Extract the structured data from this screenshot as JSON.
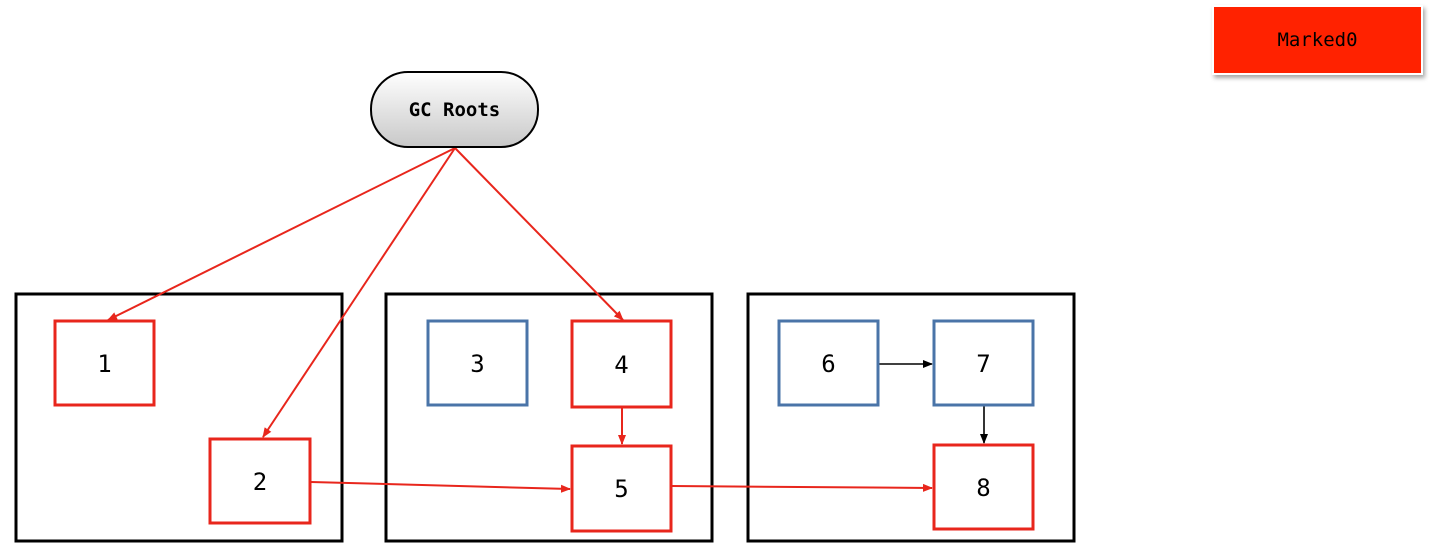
{
  "root": {
    "label": "GC Roots"
  },
  "legend": {
    "label": "Marked0",
    "color": "#ff2200"
  },
  "colors": {
    "marked": "#e8261c",
    "unmarked": "#4a74a8",
    "plain_edge": "#000000",
    "region_border": "#000000"
  },
  "nodes": [
    {
      "id": "1",
      "label": "1",
      "marked": true
    },
    {
      "id": "2",
      "label": "2",
      "marked": true
    },
    {
      "id": "3",
      "label": "3",
      "marked": false
    },
    {
      "id": "4",
      "label": "4",
      "marked": true
    },
    {
      "id": "5",
      "label": "5",
      "marked": true
    },
    {
      "id": "6",
      "label": "6",
      "marked": false
    },
    {
      "id": "7",
      "label": "7",
      "marked": false
    },
    {
      "id": "8",
      "label": "8",
      "marked": true
    }
  ],
  "edges": [
    {
      "from": "root",
      "to": "1",
      "marked": true
    },
    {
      "from": "root",
      "to": "2",
      "marked": true
    },
    {
      "from": "root",
      "to": "4",
      "marked": true
    },
    {
      "from": "4",
      "to": "5",
      "marked": true
    },
    {
      "from": "2",
      "to": "5",
      "marked": true
    },
    {
      "from": "5",
      "to": "8",
      "marked": true
    },
    {
      "from": "6",
      "to": "7",
      "marked": false
    },
    {
      "from": "7",
      "to": "8",
      "marked": false
    }
  ]
}
